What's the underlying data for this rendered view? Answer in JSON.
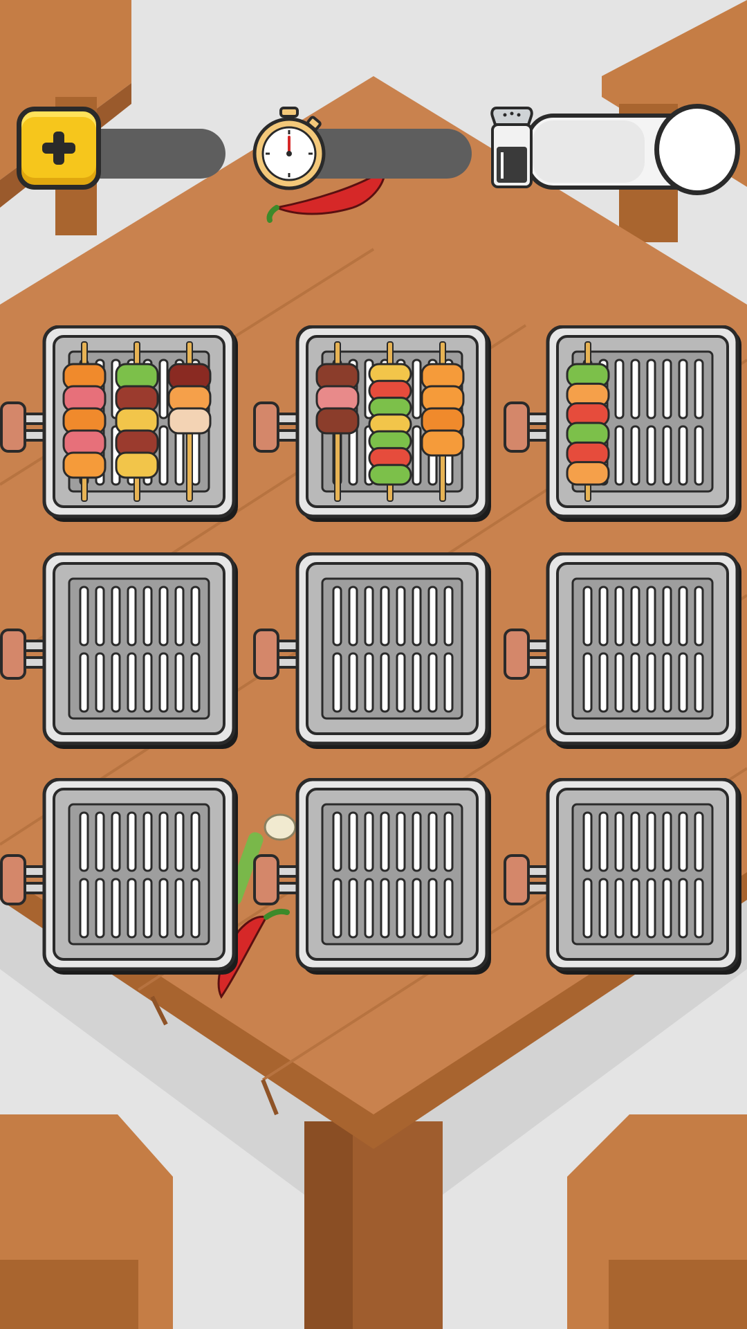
{
  "hud": {
    "boost": {
      "icon": "plus-icon",
      "value": ""
    },
    "timer": {
      "icon": "stopwatch-icon",
      "value": ""
    },
    "seasoning": {
      "icon": "salt-shaker-icon",
      "value": "",
      "level": 0.85
    }
  },
  "colors": {
    "table": "#c9824e",
    "table_dark": "#a8642f",
    "floor": "#e4e4e4",
    "grill_frame": "#b9b9b9",
    "grill_outline": "#2a2a2a",
    "accent_yellow": "#f6c61c",
    "chili": "#d62828"
  },
  "grills": [
    {
      "id": "grill-r1-c1",
      "skewers": [
        [
          "#f08a2c",
          "#e7707a",
          "#f08a2c",
          "#e7707a",
          "#f59b3a"
        ],
        [
          "#7cc04a",
          "#9b3b2e",
          "#f2c54a",
          "#9b3b2e",
          "#f2c54a"
        ],
        [
          "#8a2a22",
          "#f5a04a",
          "#f3d3b4"
        ]
      ]
    },
    {
      "id": "grill-r1-c2",
      "skewers": [
        [
          "#8b3d2b",
          "#e88a8a",
          "#8b3d2b"
        ],
        [
          "#f2c54a",
          "#e64c3c",
          "#7cc04a",
          "#f2c54a",
          "#7cc04a",
          "#e64c3c",
          "#7cc04a"
        ],
        [
          "#f59b3a",
          "#f59b3a",
          "#f08a2c",
          "#f59b3a"
        ]
      ]
    },
    {
      "id": "grill-r1-c3",
      "skewers": [
        [
          "#7cc04a",
          "#f5a04a",
          "#e64c3c",
          "#7cc04a",
          "#e64c3c",
          "#f5a04a"
        ]
      ]
    },
    {
      "id": "grill-r2-c1",
      "skewers": []
    },
    {
      "id": "grill-r2-c2",
      "skewers": []
    },
    {
      "id": "grill-r2-c3",
      "skewers": []
    },
    {
      "id": "grill-r3-c1",
      "skewers": []
    },
    {
      "id": "grill-r3-c2",
      "skewers": []
    },
    {
      "id": "grill-r3-c3",
      "skewers": []
    }
  ]
}
